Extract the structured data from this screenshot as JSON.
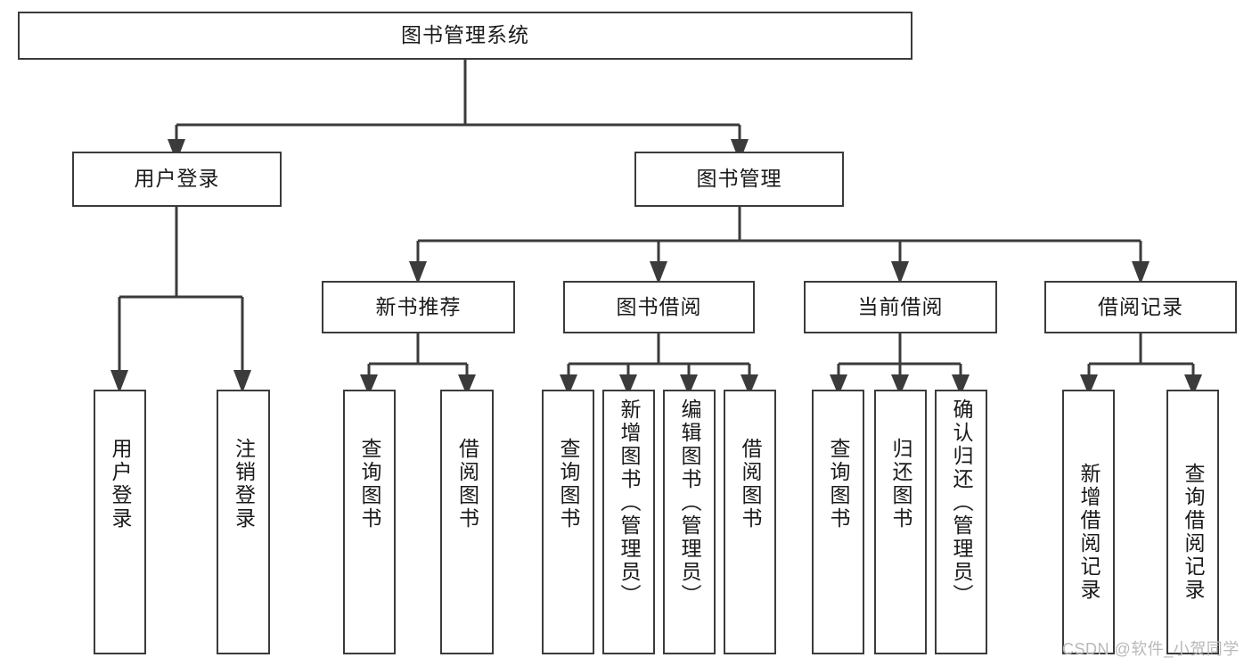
{
  "diagram": {
    "type": "tree",
    "title": "图书管理系统",
    "root": {
      "label": "图书管理系统"
    },
    "level2": [
      {
        "label": "用户登录"
      },
      {
        "label": "图书管理"
      }
    ],
    "level3": [
      {
        "label": "新书推荐"
      },
      {
        "label": "图书借阅"
      },
      {
        "label": "当前借阅"
      },
      {
        "label": "借阅记录"
      }
    ],
    "leaves": {
      "user_login": [
        {
          "label": "用户登录"
        },
        {
          "label": "注销登录"
        }
      ],
      "new_book_recommend": [
        {
          "label": "查询图书"
        },
        {
          "label": "借阅图书"
        }
      ],
      "book_borrow": [
        {
          "label": "查询图书"
        },
        {
          "label": "新增图书（管理员）"
        },
        {
          "label": "编辑图书（管理员）"
        },
        {
          "label": "借阅图书"
        }
      ],
      "current_borrow": [
        {
          "label": "查询图书"
        },
        {
          "label": "归还图书"
        },
        {
          "label": "确认归还（管理员）"
        }
      ],
      "borrow_record": [
        {
          "label": "新增借阅记录"
        },
        {
          "label": "查询借阅记录"
        }
      ]
    }
  },
  "watermark": {
    "text": "CSDN @软件_小贺同学"
  },
  "colors": {
    "stroke": "#3b3b3b",
    "background": "#ffffff",
    "text": "#1a1a1a",
    "watermark": "#b9b9b9"
  }
}
